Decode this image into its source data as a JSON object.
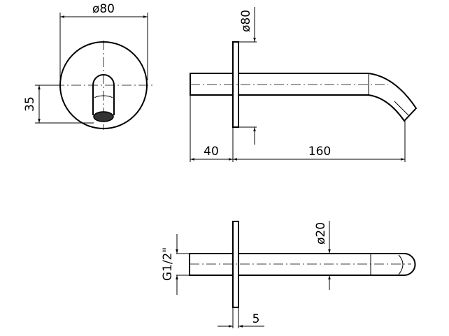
{
  "drawing": {
    "front_view": {
      "plate_diameter": "ø80",
      "outlet_height": "35"
    },
    "side_view": {
      "plate_diameter": "ø80",
      "thread_length": "40",
      "spout_length": "160"
    },
    "top_view": {
      "thread_size": "G1/2\"",
      "pipe_diameter": "ø20",
      "plate_thickness": "5"
    }
  }
}
